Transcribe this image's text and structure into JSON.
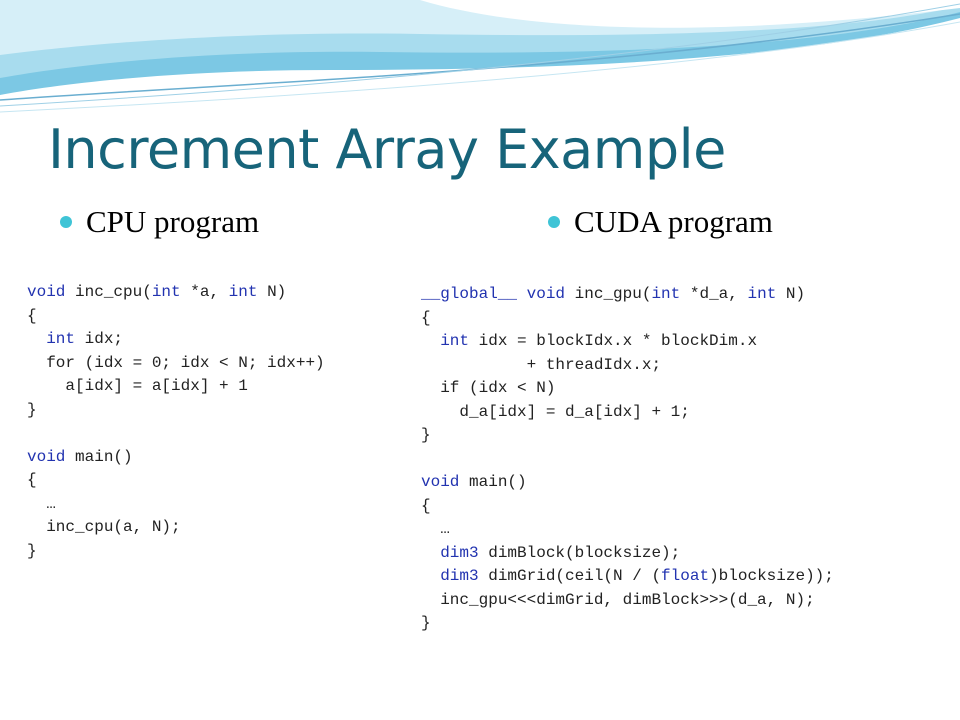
{
  "title": "Increment Array Example",
  "bullets": {
    "left": "CPU program",
    "right": "CUDA program"
  },
  "colors": {
    "title": "#17647a",
    "bullet": "#3fc4d6",
    "keyword": "#2233b0",
    "wave": "#6ec1dd"
  },
  "cpu_code": [
    [
      {
        "k": 1,
        "t": "void"
      },
      {
        "t": " inc_cpu("
      },
      {
        "k": 1,
        "t": "int"
      },
      {
        "t": " *a, "
      },
      {
        "k": 1,
        "t": "int"
      },
      {
        "t": " N)"
      }
    ],
    [
      {
        "t": "{"
      }
    ],
    [
      {
        "t": "  "
      },
      {
        "k": 1,
        "t": "int"
      },
      {
        "t": " idx;"
      }
    ],
    [
      {
        "t": "  for (idx = 0; idx < N; idx++)"
      }
    ],
    [
      {
        "t": "    a[idx] = a[idx] + 1"
      }
    ],
    [
      {
        "t": "}"
      }
    ],
    [
      {
        "t": ""
      }
    ],
    [
      {
        "k": 1,
        "t": "void"
      },
      {
        "t": " main()"
      }
    ],
    [
      {
        "t": "{"
      }
    ],
    [
      {
        "t": "  …"
      }
    ],
    [
      {
        "t": "  inc_cpu(a, N);"
      }
    ],
    [
      {
        "t": "}"
      }
    ]
  ],
  "gpu_code": [
    [
      {
        "k": 1,
        "t": "__global__"
      },
      {
        "t": " "
      },
      {
        "k": 1,
        "t": "void"
      },
      {
        "t": " inc_gpu("
      },
      {
        "k": 1,
        "t": "int"
      },
      {
        "t": " *d_a, "
      },
      {
        "k": 1,
        "t": "int"
      },
      {
        "t": " N)"
      }
    ],
    [
      {
        "t": "{"
      }
    ],
    [
      {
        "t": "  "
      },
      {
        "k": 1,
        "t": "int"
      },
      {
        "t": " idx = blockIdx.x * blockDim.x"
      }
    ],
    [
      {
        "t": "           + threadIdx.x;"
      }
    ],
    [
      {
        "t": "  if (idx < N)"
      }
    ],
    [
      {
        "t": "    d_a[idx] = d_a[idx] + 1;"
      }
    ],
    [
      {
        "t": "}"
      }
    ],
    [
      {
        "t": ""
      }
    ],
    [
      {
        "k": 1,
        "t": "void"
      },
      {
        "t": " main()"
      }
    ],
    [
      {
        "t": "{"
      }
    ],
    [
      {
        "t": "  …"
      }
    ],
    [
      {
        "t": "  "
      },
      {
        "k": 1,
        "t": "dim3"
      },
      {
        "t": " dimBlock(blocksize);"
      }
    ],
    [
      {
        "t": "  "
      },
      {
        "k": 1,
        "t": "dim3"
      },
      {
        "t": " dimGrid(ceil(N / ("
      },
      {
        "k": 1,
        "t": "float"
      },
      {
        "t": ")blocksize));"
      }
    ],
    [
      {
        "t": "  inc_gpu<<<dimGrid, dimBlock>>>(d_a, N);"
      }
    ],
    [
      {
        "t": "}"
      }
    ]
  ]
}
